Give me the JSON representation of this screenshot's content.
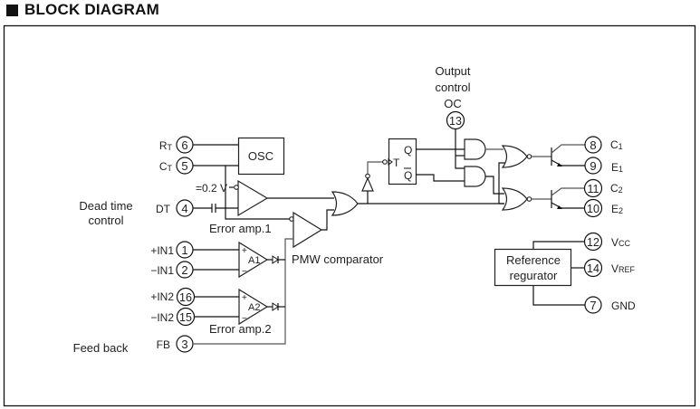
{
  "header": {
    "title": "BLOCK DIAGRAM"
  },
  "labels": {
    "dead_time": [
      "Dead time",
      "control"
    ],
    "feed_back": "Feed back",
    "output_control": [
      "Output",
      "control",
      "OC"
    ],
    "error_amp1": "Error amp.1",
    "error_amp2": "Error amp.2",
    "pwm_comparator": "PMW comparator",
    "voltage_ref": "=0.2 V",
    "osc": "OSC",
    "reference": [
      "Reference",
      "regurator"
    ],
    "amp_a1": "A1",
    "amp_a2": "A2",
    "ff_q": "Q",
    "ff_qbar": "Q",
    "ff_t": "T"
  },
  "pins_left": [
    {
      "name": "RT",
      "number": "6"
    },
    {
      "name": "CT",
      "number": "5"
    },
    {
      "name": "DT",
      "number": "4"
    },
    {
      "name": "+IN1",
      "number": "1"
    },
    {
      "name": "−IN1",
      "number": "2"
    },
    {
      "name": "+IN2",
      "number": "16"
    },
    {
      "name": "−IN2",
      "number": "15"
    },
    {
      "name": "FB",
      "number": "3"
    }
  ],
  "pins_right": [
    {
      "name": "C1",
      "number": "8"
    },
    {
      "name": "E1",
      "number": "9"
    },
    {
      "name": "C2",
      "number": "11"
    },
    {
      "name": "E2",
      "number": "10"
    },
    {
      "name": "VCC",
      "number": "12"
    },
    {
      "name": "VREF",
      "number": "14"
    },
    {
      "name": "GND",
      "number": "7"
    }
  ],
  "pin_oc": {
    "number": "13"
  }
}
